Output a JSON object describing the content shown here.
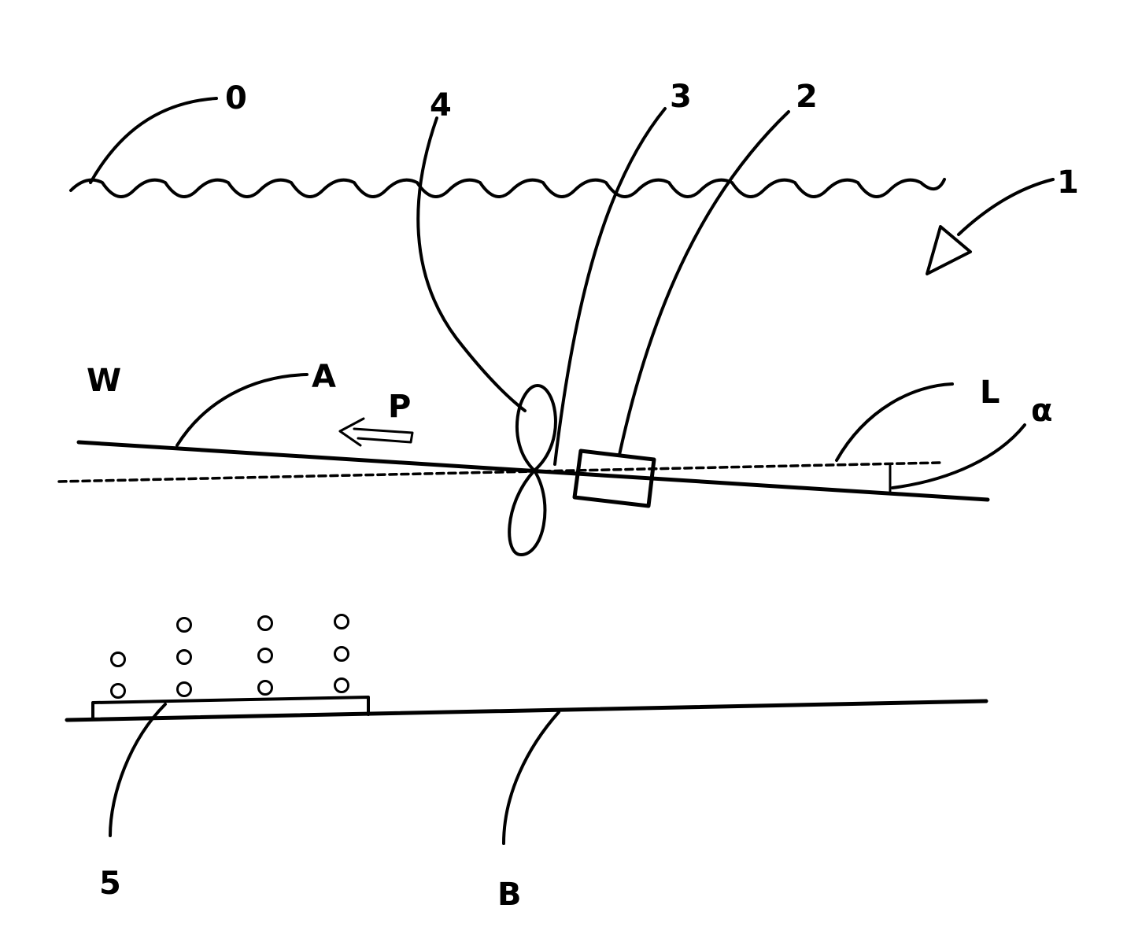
{
  "labels": {
    "surface": "0",
    "vehicle": "1",
    "body": "2",
    "lead_3": "3",
    "propeller": "4",
    "nodules": "5",
    "water": "W",
    "path": "A",
    "direction": "P",
    "level_line": "L",
    "angle": "α",
    "seabed": "B"
  },
  "colors": {
    "ink": "#000000",
    "background": "#ffffff"
  }
}
